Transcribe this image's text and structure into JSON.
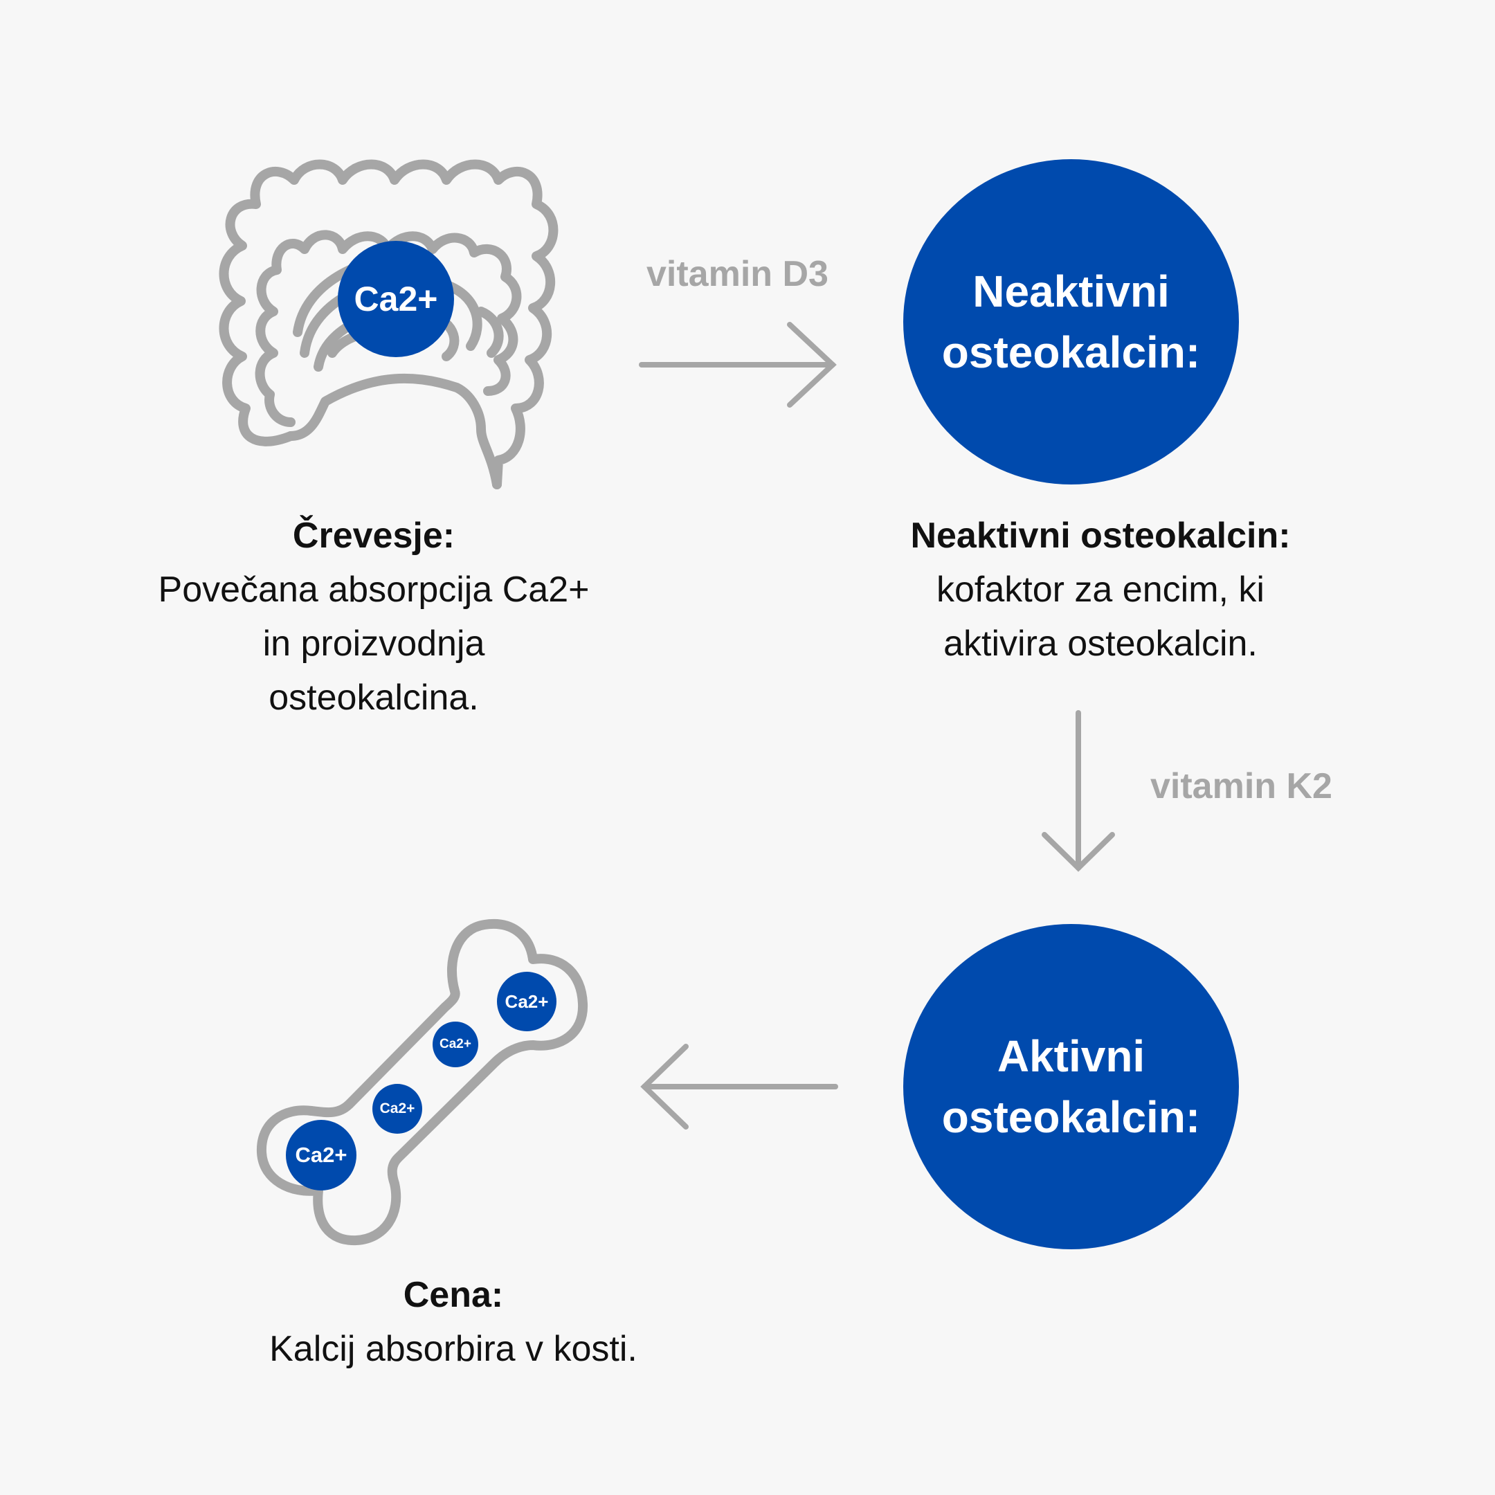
{
  "colors": {
    "blue": "#004aad",
    "gray": "#a6a6a6",
    "text": "#111111",
    "background": "#f7f7f7"
  },
  "nodes": {
    "intestine": {
      "icon": "intestine-icon",
      "badge": "Ca2+",
      "title": "Črevesje:",
      "lines": [
        "Povečana absorpcija Ca2+",
        "in proizvodnja",
        "osteokalcina."
      ]
    },
    "inactive": {
      "circle_lines": [
        "Neaktivni",
        "osteokalcin:"
      ],
      "title": "Neaktivni osteokalcin:",
      "lines": [
        "kofaktor za encim, ki",
        "aktivira osteokalcin."
      ]
    },
    "active": {
      "circle_lines": [
        "Aktivni",
        "osteokalcin:"
      ]
    },
    "bone": {
      "icon": "bone-icon",
      "badges": [
        "Ca2+",
        "Ca2+",
        "Ca2+",
        "Ca2+"
      ],
      "title": "Cena:",
      "lines": [
        "Kalcij absorbira v kosti."
      ]
    }
  },
  "arrows": {
    "d3": {
      "label": "vitamin D3",
      "icon": "arrow-right-icon"
    },
    "k2": {
      "label": "vitamin K2",
      "icon": "arrow-down-icon"
    },
    "to_bone": {
      "icon": "arrow-left-icon"
    }
  }
}
